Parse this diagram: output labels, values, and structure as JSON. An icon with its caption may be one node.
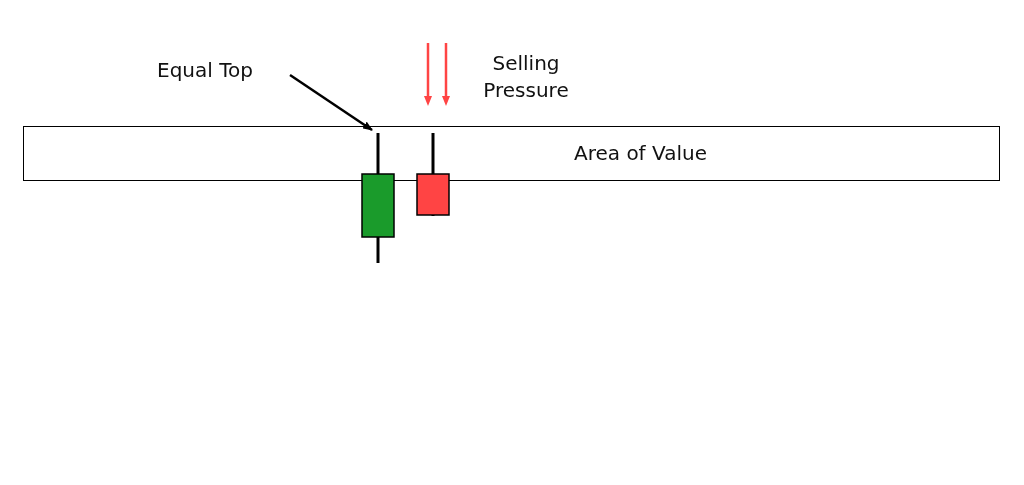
{
  "diagram": {
    "nodes": [
      {
        "text": [
          "Area of Value"
        ]
      },
      {
        "text": [
          "Equal Top"
        ]
      },
      {
        "text": [],
        "shape": "bar"
      },
      {
        "text": [],
        "shape": "bar"
      }
    ],
    "edges": [
      {
        "from": 1,
        "to": 2,
        "arrow": "to"
      }
    ],
    "labels": [
      "Selling Pressure"
    ]
  }
}
